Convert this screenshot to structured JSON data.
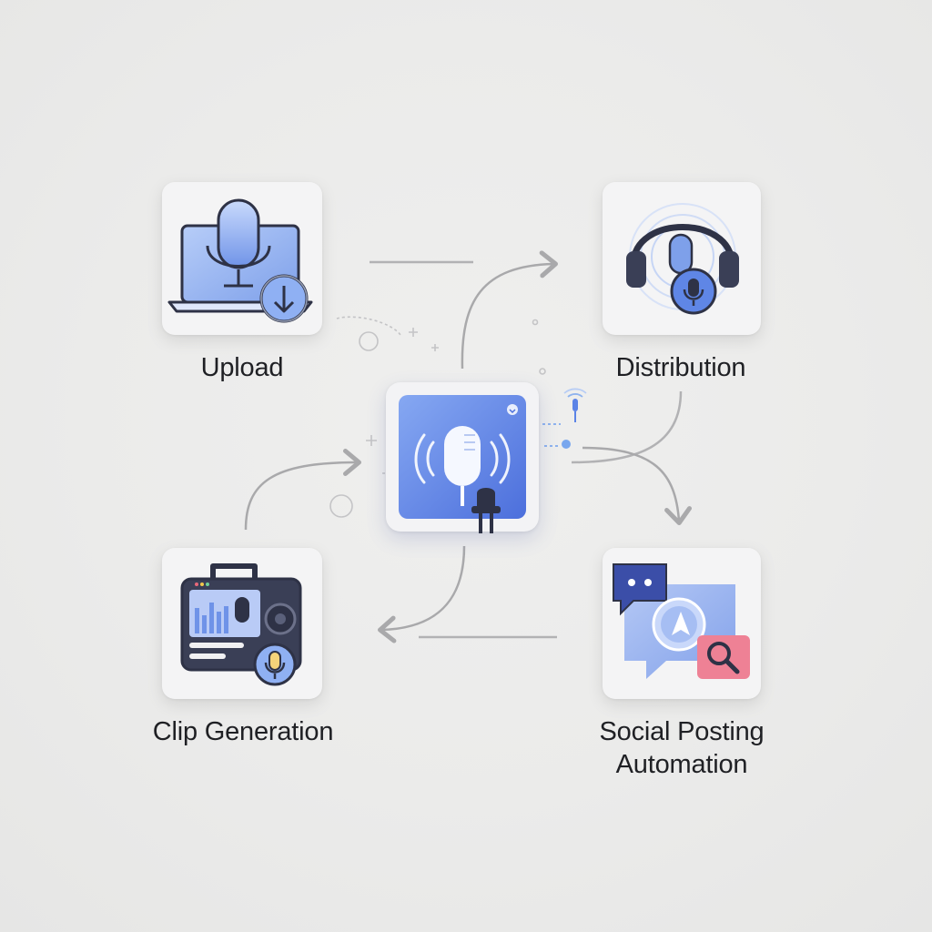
{
  "nodes": {
    "upload": {
      "label": "Upload",
      "icon": "laptop-microphone-download-icon"
    },
    "distribution": {
      "label": "Distribution",
      "icon": "headphones-microphone-icon"
    },
    "clip_generation": {
      "label": "Clip Generation",
      "icon": "camera-waveform-icon"
    },
    "social_posting": {
      "label_line1": "Social Posting",
      "label_line2": "Automation",
      "icon": "chat-bubbles-search-icon"
    }
  },
  "hub": {
    "icon": "podcast-microphone-icon"
  },
  "colors": {
    "accent_blue": "#5b83e6",
    "light_blue": "#a9c0f5",
    "dark_navy": "#2e3246",
    "connector_gray": "#a9a9ab",
    "pink_accent": "#e8687a"
  }
}
